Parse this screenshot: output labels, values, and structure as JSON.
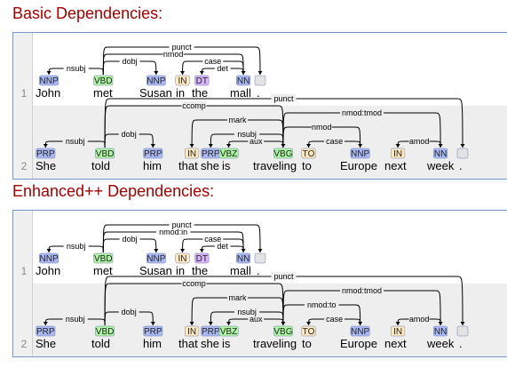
{
  "sections": [
    {
      "title": "Basic Dependencies:",
      "sentences": [
        {
          "line": "1",
          "tokens": [
            {
              "word": "John",
              "tag": "NNP"
            },
            {
              "word": "met",
              "tag": "VBD"
            },
            {
              "word": "Susan",
              "tag": "NNP"
            },
            {
              "word": "in",
              "tag": "IN"
            },
            {
              "word": "the",
              "tag": "DT"
            },
            {
              "word": "mall",
              "tag": "NN"
            },
            {
              "word": ".",
              "tag": "."
            }
          ],
          "arcs": [
            {
              "from": 1,
              "to": 0,
              "label": "nsubj"
            },
            {
              "from": 1,
              "to": 2,
              "label": "dobj"
            },
            {
              "from": 5,
              "to": 4,
              "label": "det"
            },
            {
              "from": 5,
              "to": 3,
              "label": "case"
            },
            {
              "from": 1,
              "to": 5,
              "label": "nmod"
            },
            {
              "from": 1,
              "to": 6,
              "label": "punct"
            }
          ]
        },
        {
          "line": "2",
          "tokens": [
            {
              "word": "She",
              "tag": "PRP"
            },
            {
              "word": "told",
              "tag": "VBD"
            },
            {
              "word": "him",
              "tag": "PRP"
            },
            {
              "word": "that",
              "tag": "IN"
            },
            {
              "word": "she",
              "tag": "PRP"
            },
            {
              "word": "is",
              "tag": "VBZ"
            },
            {
              "word": "traveling",
              "tag": "VBG"
            },
            {
              "word": "to",
              "tag": "TO"
            },
            {
              "word": "Europe",
              "tag": "NNP"
            },
            {
              "word": "next",
              "tag": "IN"
            },
            {
              "word": "week",
              "tag": "NN"
            },
            {
              "word": ".",
              "tag": "."
            }
          ],
          "arcs": [
            {
              "from": 1,
              "to": 0,
              "label": "nsubj"
            },
            {
              "from": 1,
              "to": 2,
              "label": "dobj"
            },
            {
              "from": 6,
              "to": 5,
              "label": "aux"
            },
            {
              "from": 6,
              "to": 4,
              "label": "nsubj"
            },
            {
              "from": 6,
              "to": 3,
              "label": "mark"
            },
            {
              "from": 8,
              "to": 7,
              "label": "case"
            },
            {
              "from": 10,
              "to": 9,
              "label": "amod"
            },
            {
              "from": 6,
              "to": 8,
              "label": "nmod"
            },
            {
              "from": 6,
              "to": 10,
              "label": "nmod:tmod"
            },
            {
              "from": 1,
              "to": 6,
              "label": "ccomp"
            },
            {
              "from": 1,
              "to": 11,
              "label": "punct"
            }
          ]
        }
      ]
    },
    {
      "title": "Enhanced++ Dependencies:",
      "sentences": [
        {
          "line": "1",
          "tokens": [
            {
              "word": "John",
              "tag": "NNP"
            },
            {
              "word": "met",
              "tag": "VBD"
            },
            {
              "word": "Susan",
              "tag": "NNP"
            },
            {
              "word": "in",
              "tag": "IN"
            },
            {
              "word": "the",
              "tag": "DT"
            },
            {
              "word": "mall",
              "tag": "NN"
            },
            {
              "word": ".",
              "tag": "."
            }
          ],
          "arcs": [
            {
              "from": 1,
              "to": 0,
              "label": "nsubj"
            },
            {
              "from": 1,
              "to": 2,
              "label": "dobj"
            },
            {
              "from": 5,
              "to": 4,
              "label": "det"
            },
            {
              "from": 5,
              "to": 3,
              "label": "case"
            },
            {
              "from": 1,
              "to": 5,
              "label": "nmod:in"
            },
            {
              "from": 1,
              "to": 6,
              "label": "punct"
            }
          ]
        },
        {
          "line": "2",
          "tokens": [
            {
              "word": "She",
              "tag": "PRP"
            },
            {
              "word": "told",
              "tag": "VBD"
            },
            {
              "word": "him",
              "tag": "PRP"
            },
            {
              "word": "that",
              "tag": "IN"
            },
            {
              "word": "she",
              "tag": "PRP"
            },
            {
              "word": "is",
              "tag": "VBZ"
            },
            {
              "word": "traveling",
              "tag": "VBG"
            },
            {
              "word": "to",
              "tag": "TO"
            },
            {
              "word": "Europe",
              "tag": "NNP"
            },
            {
              "word": "next",
              "tag": "IN"
            },
            {
              "word": "week",
              "tag": "NN"
            },
            {
              "word": ".",
              "tag": "."
            }
          ],
          "arcs": [
            {
              "from": 1,
              "to": 0,
              "label": "nsubj"
            },
            {
              "from": 1,
              "to": 2,
              "label": "dobj"
            },
            {
              "from": 6,
              "to": 5,
              "label": "aux"
            },
            {
              "from": 6,
              "to": 4,
              "label": "nsubj"
            },
            {
              "from": 6,
              "to": 3,
              "label": "mark"
            },
            {
              "from": 8,
              "to": 7,
              "label": "case"
            },
            {
              "from": 10,
              "to": 9,
              "label": "amod"
            },
            {
              "from": 6,
              "to": 8,
              "label": "nmod:to"
            },
            {
              "from": 6,
              "to": 10,
              "label": "nmod:tmod"
            },
            {
              "from": 1,
              "to": 6,
              "label": "ccomp"
            },
            {
              "from": 1,
              "to": 11,
              "label": "punct"
            }
          ]
        }
      ]
    }
  ],
  "tag_colors": {
    "NNP": "#aab9f4",
    "NN": "#aab9f4",
    "PRP": "#aab9f4",
    "VBD": "#adf6a2",
    "VBZ": "#adf6a2",
    "VBG": "#adf6a2",
    "IN": "#ffe8be",
    "TO": "#ffe8be",
    "DT": "#d7b4fb",
    ".": "#e3e3e3"
  },
  "colors": {
    "title": "#a30000",
    "panel_border": "#7a96c8",
    "row_shade": "#eeeeee",
    "gutter": "#f0f0f0"
  }
}
